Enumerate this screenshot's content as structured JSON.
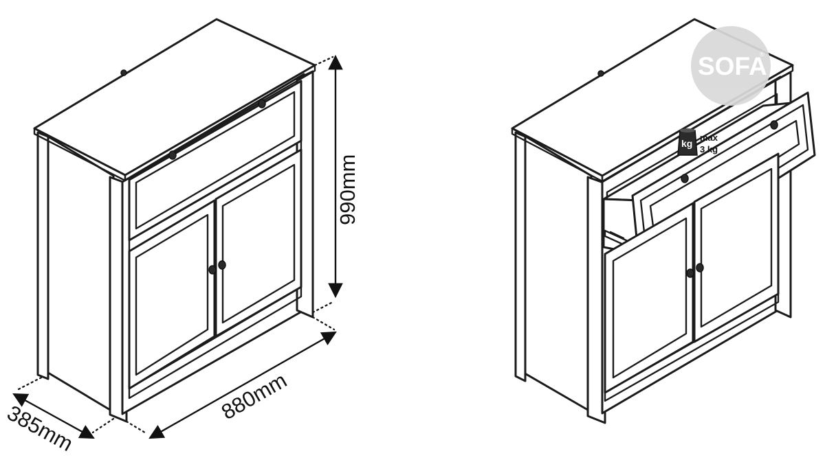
{
  "dimensions": {
    "height": "990mm",
    "width": "880mm",
    "depth": "385mm"
  },
  "load_badge": {
    "icon_label": "kg",
    "line1": "max",
    "line2": "3 kg"
  },
  "logo": {
    "text": "SOFA",
    "mark": "®",
    "circle_color": "#d9d9d9"
  },
  "colors": {
    "line": "#1b1b1b",
    "background": "#ffffff"
  }
}
